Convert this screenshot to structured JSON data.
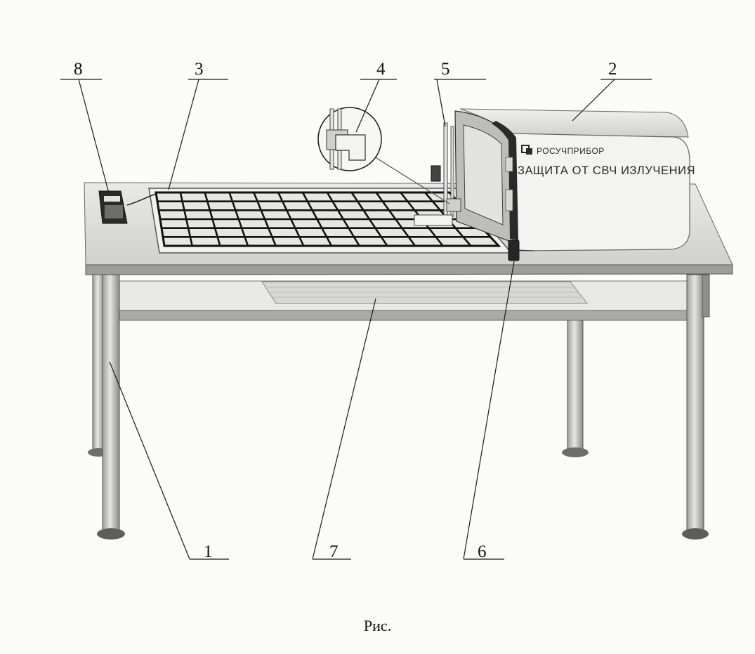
{
  "figure": {
    "caption": "Рис.",
    "labels": {
      "table": "1",
      "oven": "2",
      "grid_plate": "3",
      "detail": "4",
      "probe": "5",
      "sensor": "6",
      "shelf": "7",
      "meter": "8"
    },
    "oven_panel": {
      "brand": "РОСУЧПРИБОР",
      "title": "ЗАЩИТА ОТ СВЧ ИЗЛУЧЕНИЯ"
    }
  },
  "colors": {
    "outline": "#1a1a1a",
    "grid": "#111111",
    "metal_light": "#d7d7d5",
    "metal_dark": "#8d8d8a"
  }
}
